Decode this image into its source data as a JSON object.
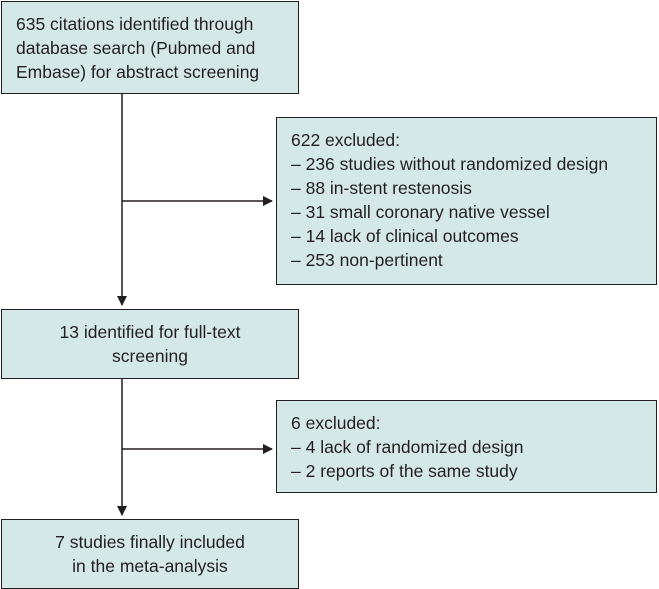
{
  "boxes": {
    "identified": {
      "lines": [
        "635 citations identified through",
        "database search (Pubmed and",
        "Embase) for abstract screening"
      ]
    },
    "excluded_first": {
      "lines": [
        "622 excluded:",
        "– 236 studies without randomized design",
        "– 88 in-stent restenosis",
        "– 31 small coronary native vessel",
        "– 14 lack of clinical outcomes",
        "– 253 non-pertinent"
      ]
    },
    "fulltext": {
      "lines": [
        "13 identified for full-text",
        "screening"
      ]
    },
    "excluded_second": {
      "lines": [
        "6 excluded:",
        "– 4 lack of randomized design",
        "– 2 reports of the same study"
      ]
    },
    "included": {
      "lines": [
        "7 studies finally included",
        "in the meta-analysis"
      ]
    }
  },
  "colors": {
    "box_fill": "#d4e8e8",
    "stroke": "#231f20"
  }
}
